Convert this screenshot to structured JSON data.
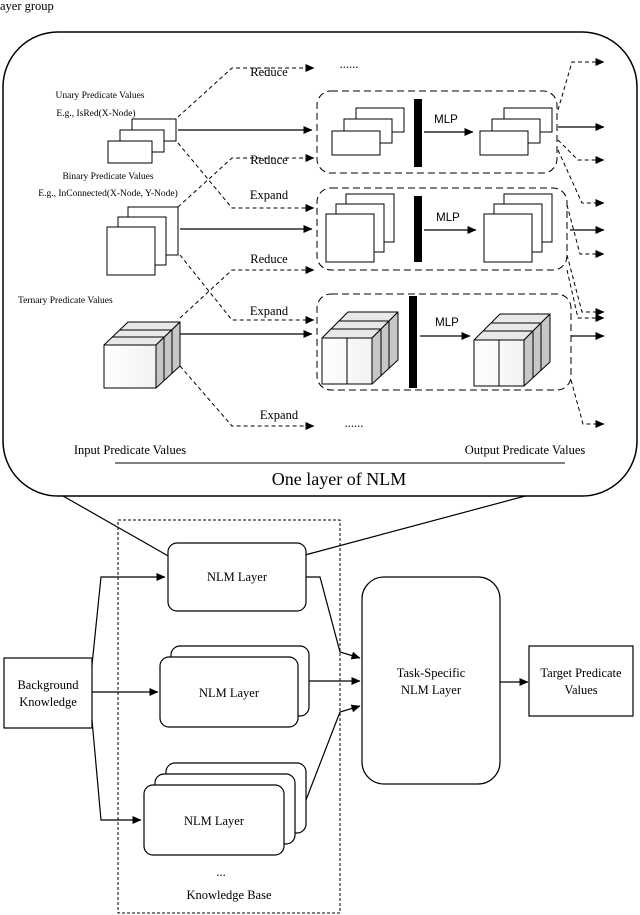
{
  "top_caption_fragment": "ayer group",
  "nlm_layer_detail": {
    "caption": "One layer of NLM",
    "input_label": "Input Predicate Values",
    "output_label": "Output Predicate Values",
    "unary": {
      "title": "Unary Predicate Values",
      "example": "E.g., IsRed(X-Node)"
    },
    "binary": {
      "title": "Binary Predicate Values",
      "example": "E.g., InConnected(X-Node, Y-Node)"
    },
    "ternary": {
      "title": "Ternary Predicate Values"
    },
    "ops": {
      "reduce_1": "Reduce",
      "reduce_2": "Reduce",
      "reduce_3": "Reduce",
      "expand_1": "Expand",
      "expand_2": "Expand",
      "expand_3": "Expand"
    },
    "mlp_labels": [
      "MLP",
      "MLP",
      "MLP"
    ],
    "ellipsis_top": "......",
    "ellipsis_bottom": "......"
  },
  "pipeline": {
    "background": [
      "Background",
      "Knowledge"
    ],
    "layers": [
      "NLM Layer",
      "NLM Layer",
      "NLM Layer"
    ],
    "layers_ellipsis": "...",
    "knowledge_base": "Knowledge Base",
    "task_specific": [
      "Task-Specific",
      "NLM Layer"
    ],
    "target": [
      "Target Predicate",
      "Values"
    ]
  }
}
